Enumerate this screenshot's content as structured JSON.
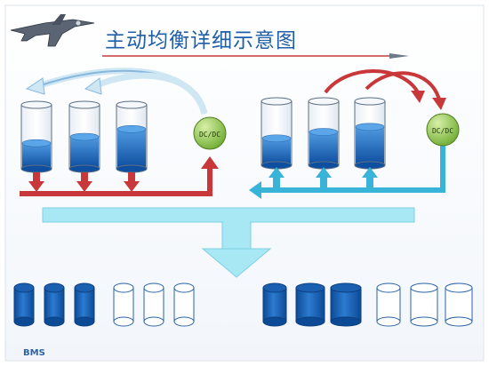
{
  "title": "主动均衡详细示意图",
  "converters": {
    "left": "DC/DC",
    "right": "DC/DC"
  },
  "logo_text": "BMS",
  "colors": {
    "title": "#1f5fa8",
    "liquid": "#1e6fc4",
    "red_arrow": "#c8383a",
    "cyan_arrow": "#39b3d8",
    "bus": "#a8e8f4",
    "dcdc": "#8cc63f"
  },
  "cells": {
    "left_levels": [
      0.4,
      0.5,
      0.62
    ],
    "right_levels": [
      0.42,
      0.52,
      0.6
    ],
    "bottom_left": [
      1,
      1,
      1,
      0,
      0,
      0
    ],
    "bottom_right": [
      1,
      1,
      1,
      0,
      0,
      0
    ]
  }
}
